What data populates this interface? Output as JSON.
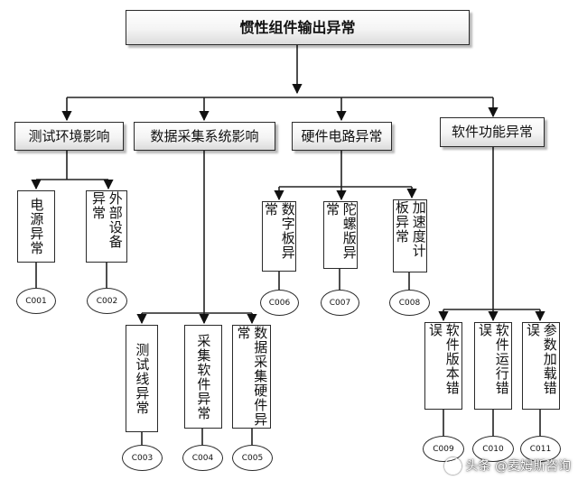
{
  "root": {
    "label": "惯性组件输出异常"
  },
  "categories": [
    {
      "label": "测试环境影响"
    },
    {
      "label": "数据采集系统影响"
    },
    {
      "label": "硬件电路异常"
    },
    {
      "label": "软件功能异常"
    }
  ],
  "faults": [
    {
      "label": "电源异常",
      "code": "C001"
    },
    {
      "label": "外部设备异常",
      "code": "C002"
    },
    {
      "label": "测试线异常",
      "code": "C003"
    },
    {
      "label": "采集软件异常",
      "code": "C004"
    },
    {
      "label": "数据采集硬件异常",
      "code": "C005"
    },
    {
      "label": "数字板异常",
      "code": "C006"
    },
    {
      "label": "陀螺版异常",
      "code": "C007"
    },
    {
      "label": "加速度计板异常",
      "code": "C008"
    },
    {
      "label": "软件版本错误",
      "code": "C009"
    },
    {
      "label": "软件运行错误",
      "code": "C010"
    },
    {
      "label": "参数加载错误",
      "code": "C011"
    }
  ],
  "watermark": {
    "text": "头条 @麦姆斯咨询"
  },
  "colors": {
    "line": "#2a2a2a",
    "box_fill_top": "#ffffff",
    "box_fill_bottom": "#dcdcdc"
  }
}
